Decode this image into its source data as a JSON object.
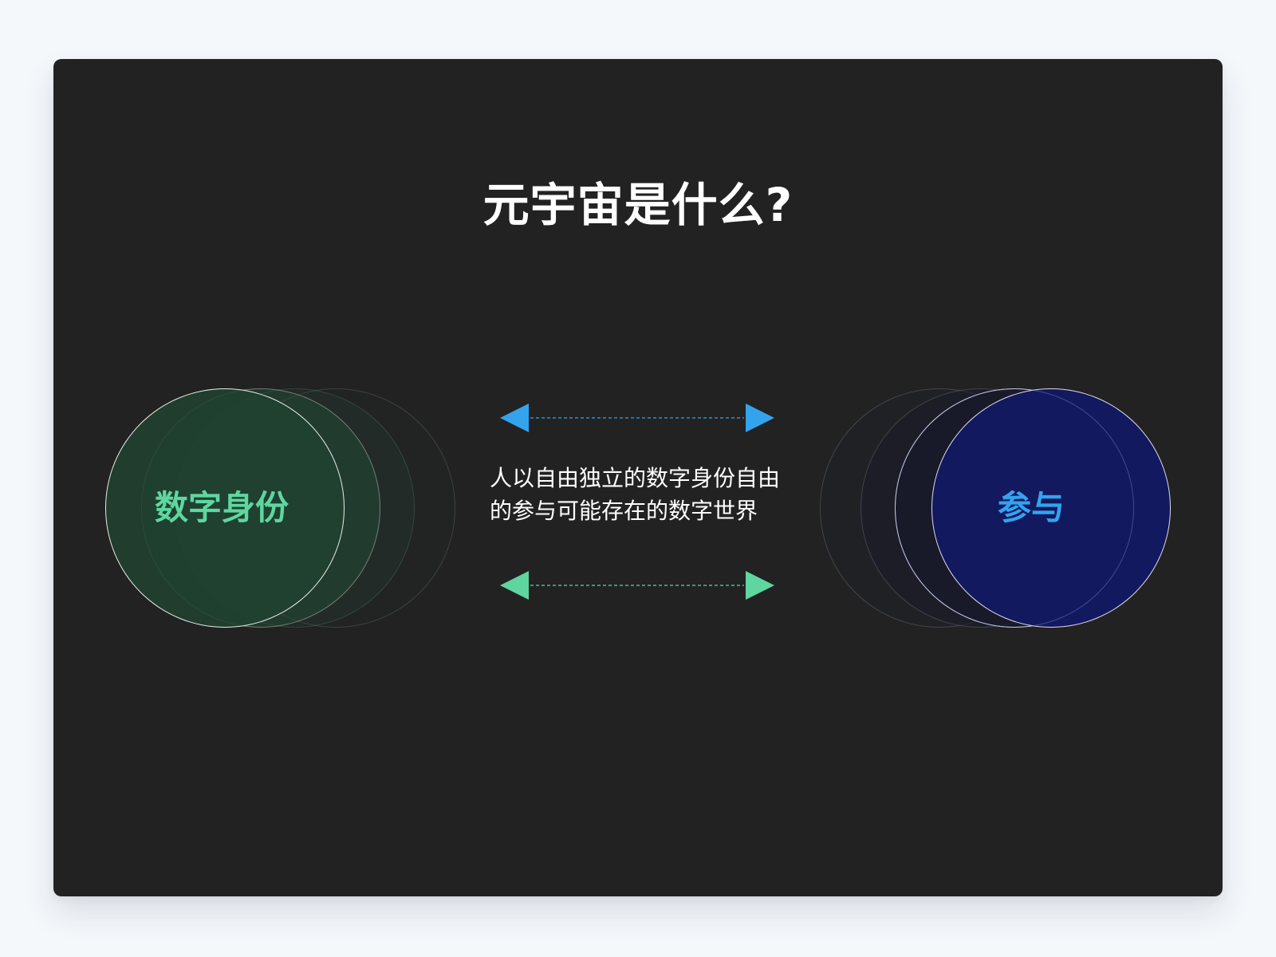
{
  "slide": {
    "title": "元宇宙是什么?",
    "description": {
      "line1": "人以自由独立的数字身份自由",
      "line2": "的参与可能存在的数字世界"
    },
    "left_concept": {
      "label": "数字身份",
      "color": "#5fd6a0",
      "circle_fill": "#214130"
    },
    "right_concept": {
      "label": "参与",
      "color": "#34a3ee",
      "circle_fill": "#12195e"
    },
    "arrows": [
      {
        "name": "top-bidirectional-arrow",
        "color": "#34a3ee",
        "style": "dashed"
      },
      {
        "name": "bottom-bidirectional-arrow",
        "color": "#5fd6a0",
        "style": "dashed"
      }
    ]
  },
  "colors": {
    "page_background": "#f4f8fb",
    "card_background": "#222222",
    "title_text": "#ffffff",
    "description_text": "#ffffff"
  }
}
